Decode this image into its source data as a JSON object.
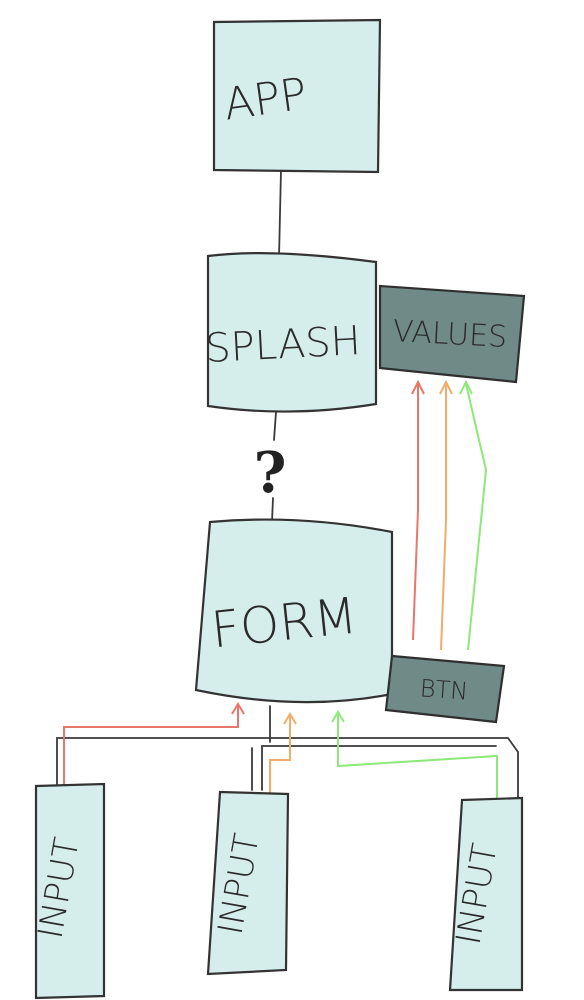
{
  "nodes": {
    "app": "APP",
    "splash": "SPLASH",
    "values": "VALUES",
    "form": "FORM",
    "btn": "BTN",
    "input_1": "INPUT",
    "input_2": "INPUT",
    "input_3": "INPUT"
  },
  "question": "?",
  "colors": {
    "box_fill": "#d6eeeb",
    "dark_fill": "#6f8a87",
    "red": "#e8776a",
    "orange": "#f0ad6a",
    "green": "#8ee87a"
  }
}
